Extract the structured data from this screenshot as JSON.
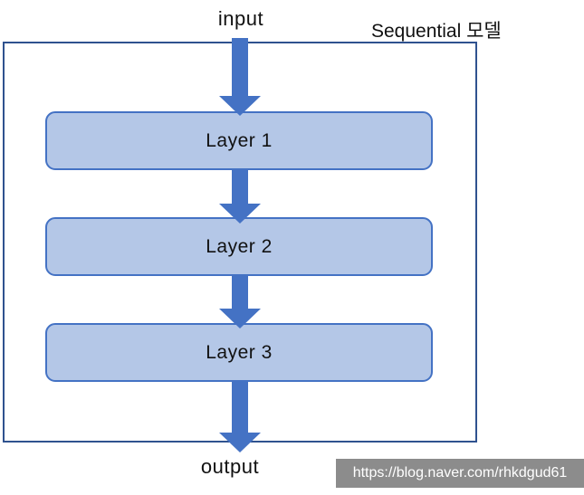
{
  "diagram": {
    "title": "Sequential 모델",
    "input_label": "input",
    "output_label": "output",
    "layers": [
      {
        "label": "Layer 1"
      },
      {
        "label": "Layer 2"
      },
      {
        "label": "Layer 3"
      }
    ],
    "arrows": [
      {
        "name": "input-to-layer1"
      },
      {
        "name": "layer1-to-layer2"
      },
      {
        "name": "layer2-to-layer3"
      },
      {
        "name": "layer3-to-output"
      }
    ],
    "colors": {
      "box_fill": "#b4c7e7",
      "box_border": "#4472c4",
      "arrow": "#4472c4",
      "frame_border": "#2f528f",
      "watermark_bg": "#8c8c8c",
      "watermark_text": "#ffffff",
      "text": "#111111"
    },
    "watermark": {
      "url": "https://blog.naver.com/rhkdgud61"
    }
  }
}
